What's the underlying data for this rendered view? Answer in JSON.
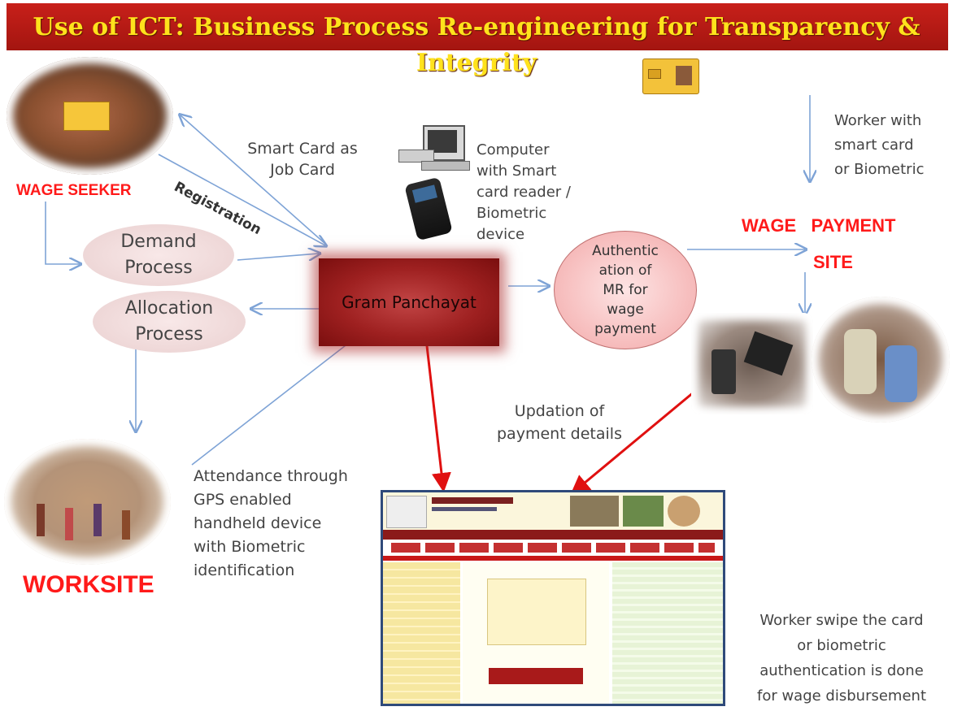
{
  "title": "Use of ICT: Business Process Re-engineering for Transparency & Integrity",
  "labels": {
    "wage_seeker": "WAGE SEEKER",
    "worksite": "WORKSITE",
    "wage_payment_site_1": "WAGE   PAYMENT",
    "wage_payment_site_2": "SITE",
    "gram_panchayat": "Gram Panchayat"
  },
  "processes": {
    "demand": [
      "Demand",
      "Process"
    ],
    "allocation": [
      "Allocation",
      "Process"
    ],
    "authentication": [
      "Authentic",
      "ation of",
      "MR for",
      "wage",
      "payment"
    ]
  },
  "annotations": {
    "smart_card": [
      "Smart Card as",
      "Job Card"
    ],
    "registration": "Registration",
    "computer": [
      "Computer",
      "with Smart",
      "card reader /",
      "Biometric",
      "device"
    ],
    "worker_card": [
      "Worker with",
      "smart card",
      "or Biometric"
    ],
    "updation": [
      "Updation of",
      "payment details"
    ],
    "attendance": [
      "Attendance through",
      "GPS enabled",
      "handheld device",
      "with Biometric",
      "identification"
    ],
    "swipe": [
      "Worker swipe the card",
      "or biometric",
      "authentication is done",
      "for wage disbursement"
    ]
  },
  "colors": {
    "arrow": "#7ea3d6",
    "red_arrow": "#e01010",
    "banner": "#c8201a",
    "title": "#ffe21c",
    "emphasis": "#ff1a1a"
  }
}
